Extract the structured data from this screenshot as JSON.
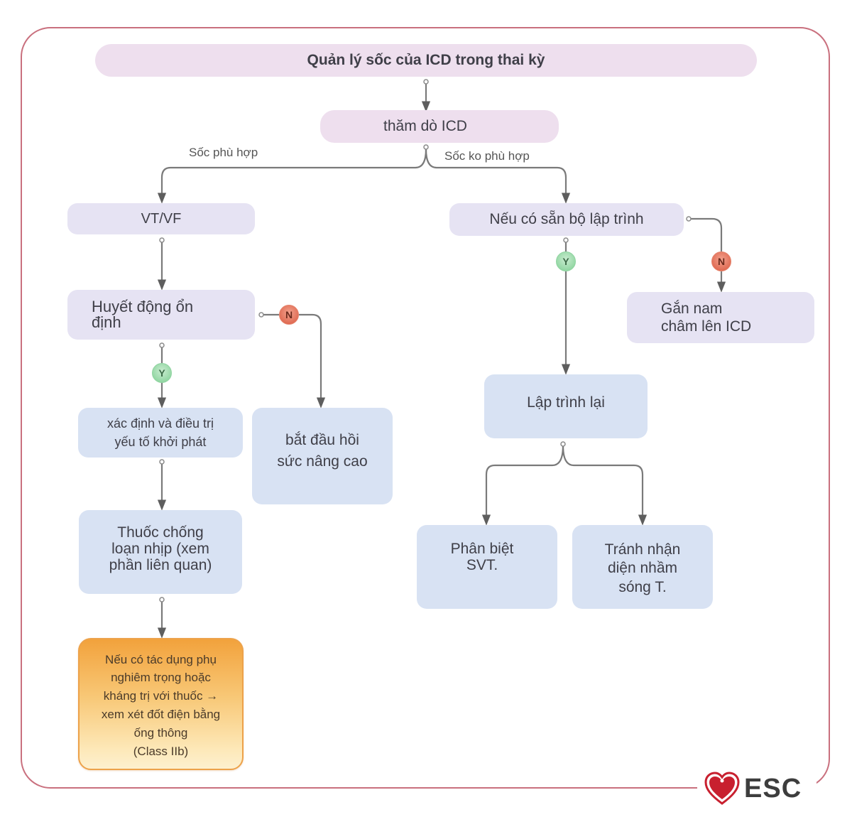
{
  "title": "Quản lý sốc của ICD trong thai kỳ",
  "nodes": {
    "explore": "thăm dò ICD",
    "vtvf": "VT/VF",
    "programmer": "Nếu có sẵn bộ lập trình",
    "hemodynamic": "Huyết động ổn\nđịnh",
    "magnet": "Gắn nam\nchâm lên ICD",
    "trigger": "xác định và điều trị\nyếu tố khởi phát",
    "resuscitation": "bắt đầu hồi\nsức nâng cao",
    "reprogram": "Lập trình lại",
    "antiarrhythmic": "Thuốc chống\nloạn nhịp (xem\nphần liên quan)",
    "svt": "Phân biệt\nSVT.",
    "twave": "Tránh nhận\ndiện nhầm\nsóng T.",
    "ablation": "Nếu có tác dụng phụ\nnghiêm trọng hoặc\nkháng trị với thuốc →\nxem xét đốt điện bằng\nống thông\n(Class IIb)"
  },
  "branch_labels": {
    "appropriate": "Sốc phù hợp",
    "inappropriate": "Sốc ko phù hợp"
  },
  "badges": {
    "yes": "Y",
    "no": "N"
  },
  "colors": {
    "frame": "#c9707e",
    "title_box": "#eedfee",
    "decision_box": "#e6e3f3",
    "action_box": "#d8e2f3",
    "highlight_box": "#f2a23c",
    "yes_badge": "#7fcf93",
    "no_badge": "#d9583f",
    "connector": "#6b6b6b",
    "logo_red": "#c8202f"
  },
  "logo": {
    "icon": "heart-icon",
    "text": "ESC"
  }
}
